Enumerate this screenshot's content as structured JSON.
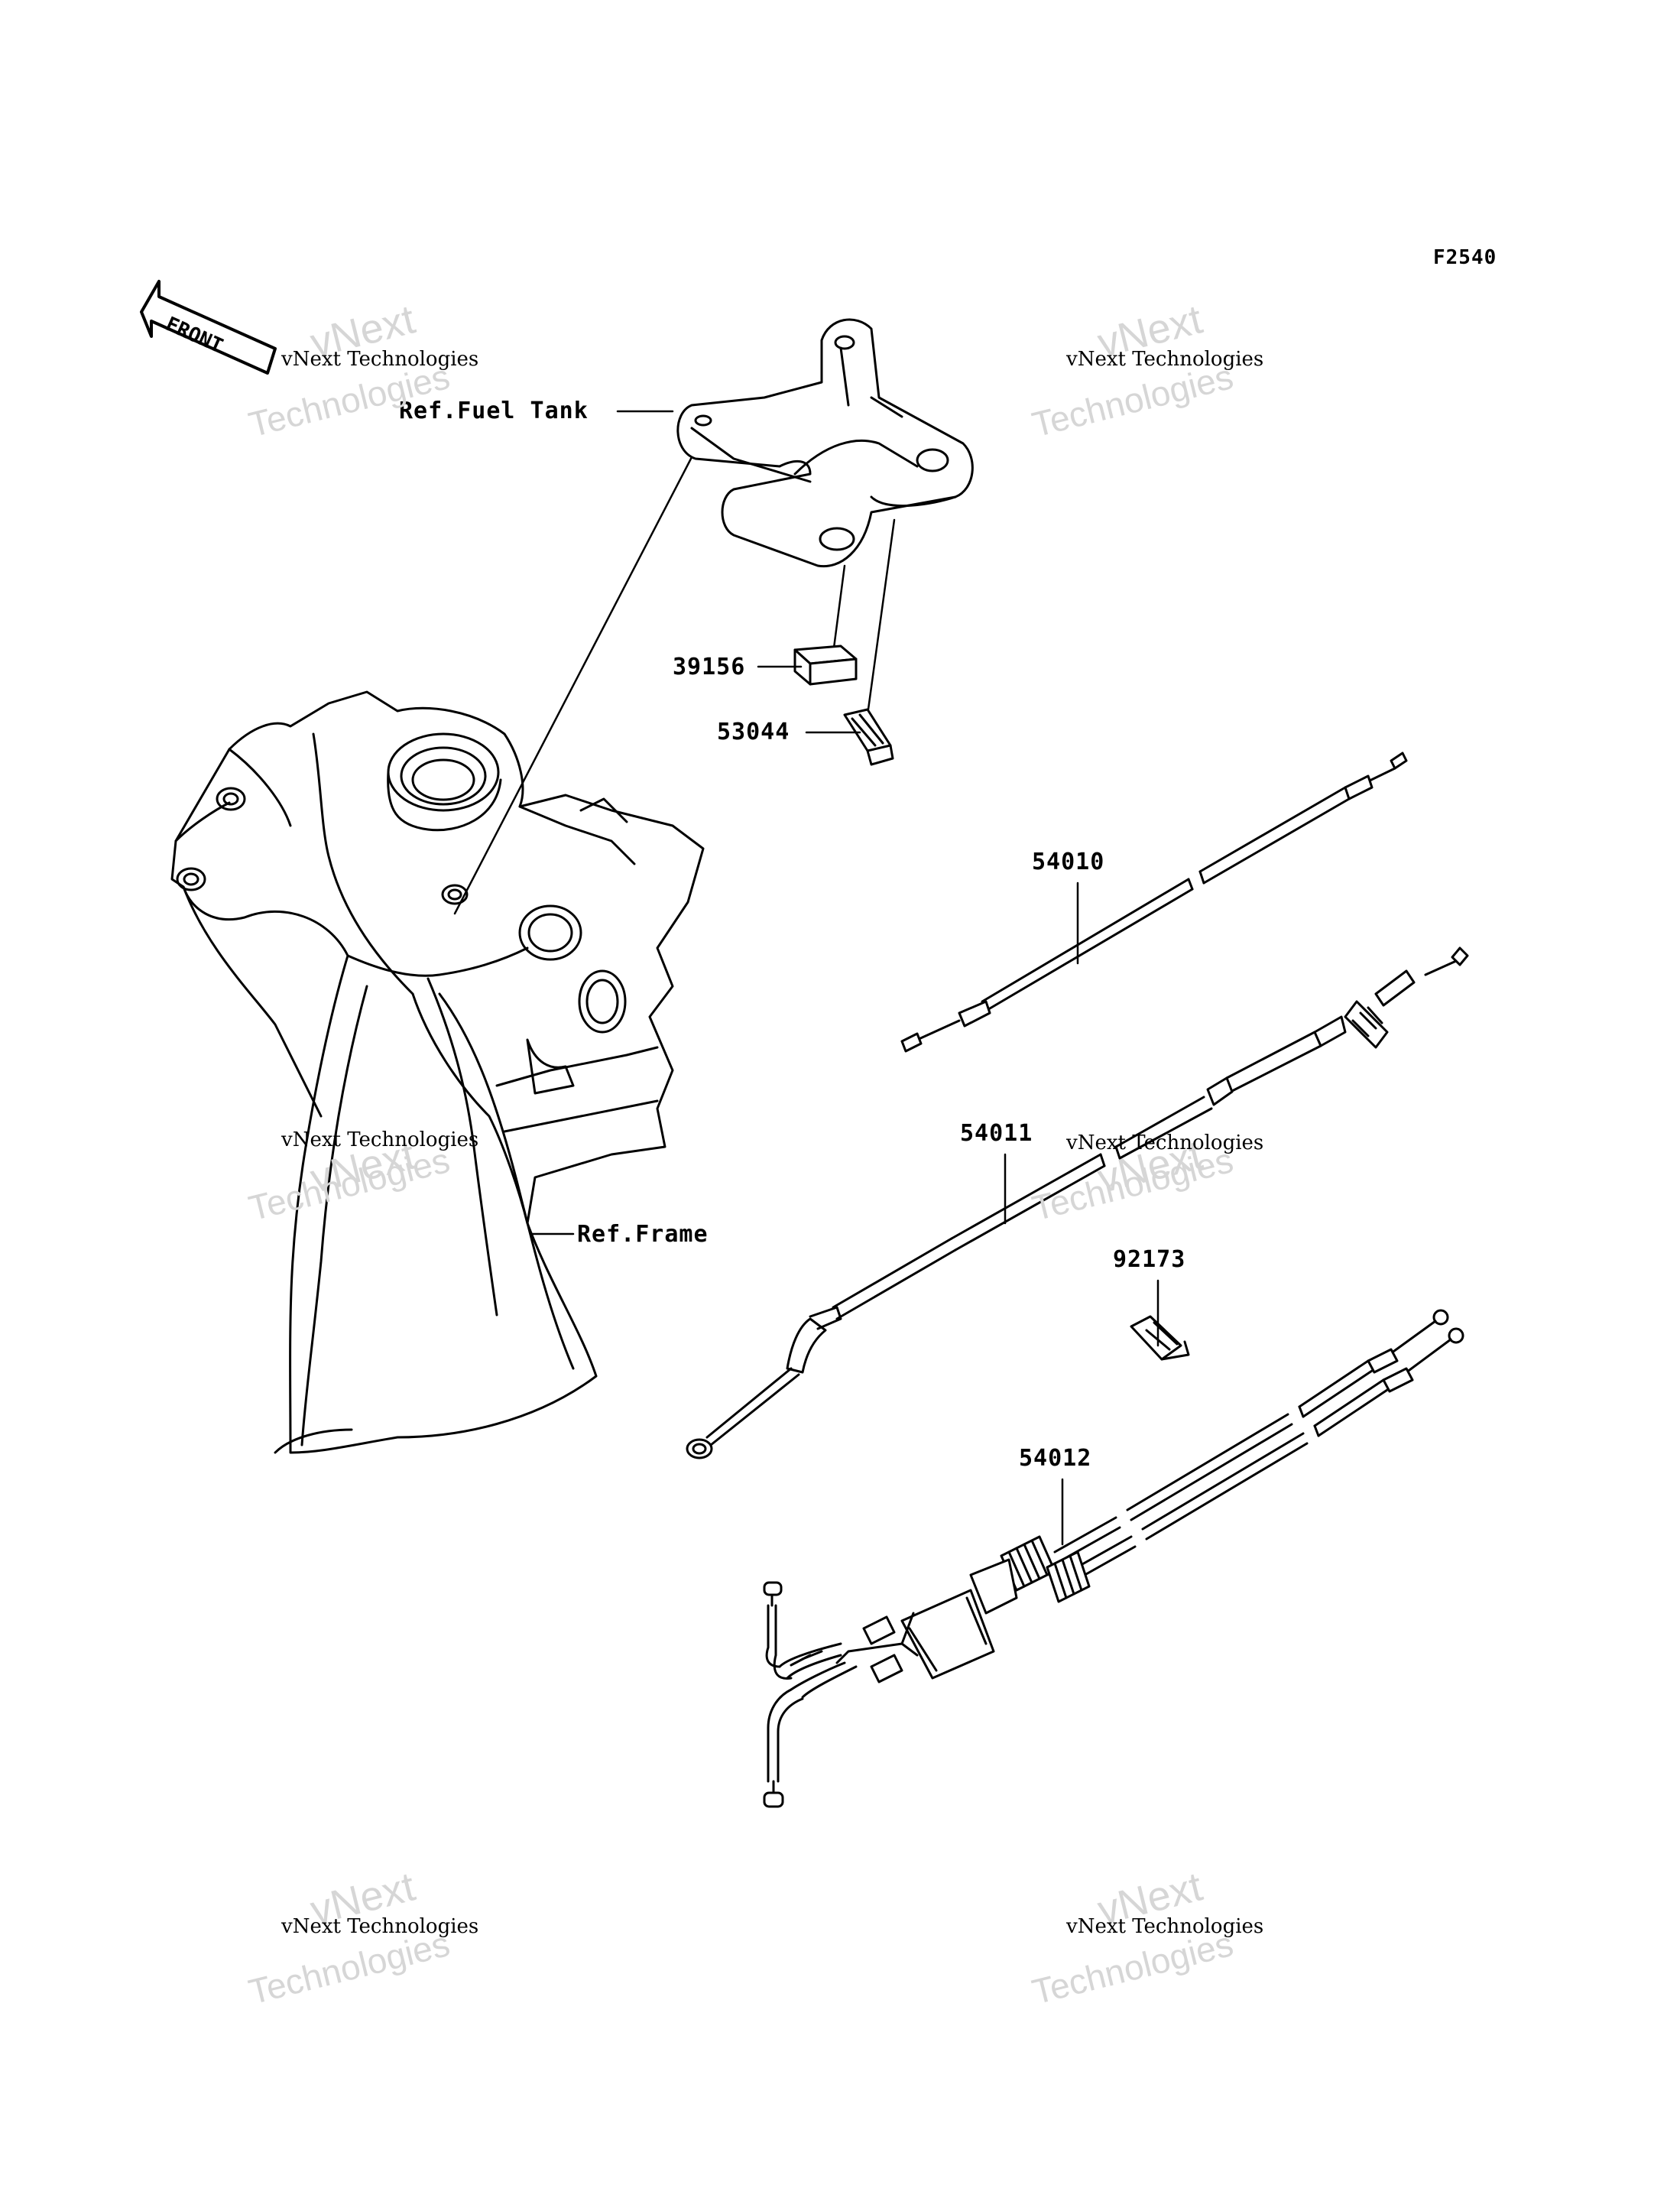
{
  "figure_code": "F2540",
  "front_label": "FRONT",
  "ref_labels": {
    "fuel_tank": "Ref.Fuel Tank",
    "frame": "Ref.Frame"
  },
  "parts": [
    {
      "id": "p39156",
      "number": "39156"
    },
    {
      "id": "p53044",
      "number": "53044"
    },
    {
      "id": "p54010",
      "number": "54010"
    },
    {
      "id": "p54011",
      "number": "54011"
    },
    {
      "id": "p92173",
      "number": "92173"
    },
    {
      "id": "p54012",
      "number": "54012"
    }
  ],
  "watermark": {
    "line1": "vNext",
    "line2": "vNext Technologies",
    "line3": "Technologies"
  },
  "colors": {
    "ink": "#000000",
    "watermark": "#d6d6d6",
    "background": "#ffffff"
  }
}
